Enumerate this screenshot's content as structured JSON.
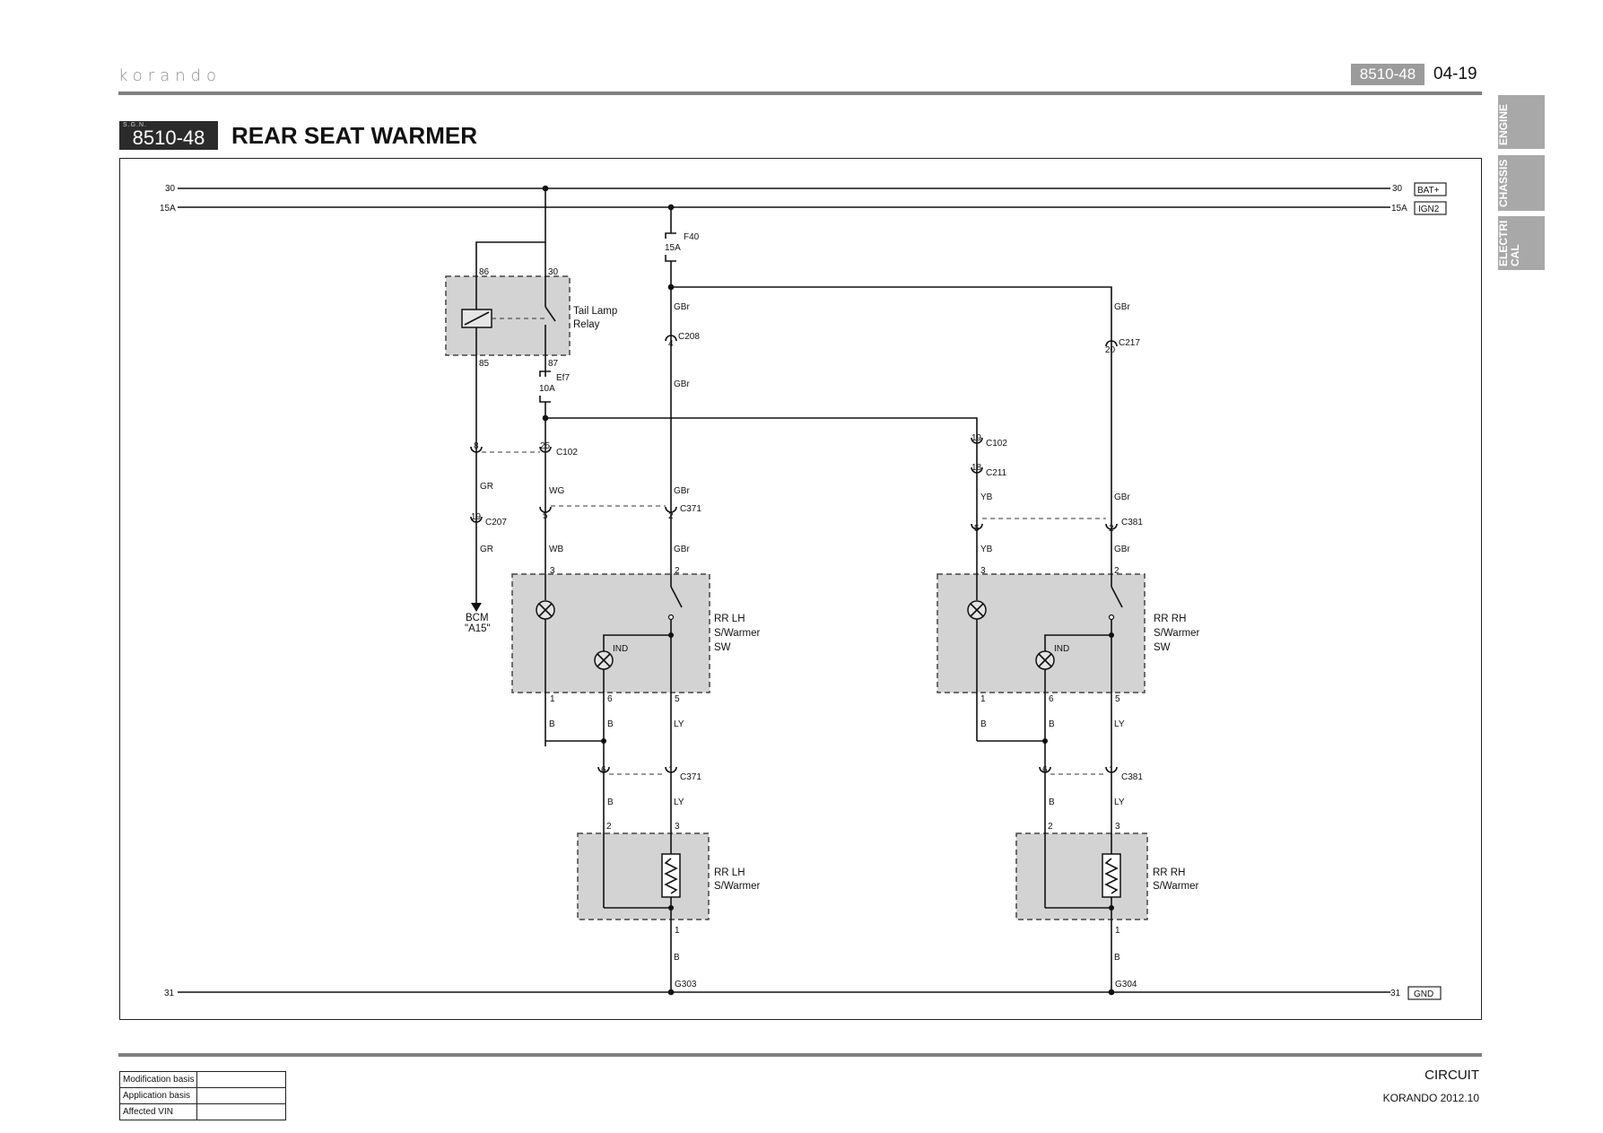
{
  "header": {
    "brand": "korando",
    "code": "8510-48",
    "page": "04-19"
  },
  "side_tabs": [
    "ENGINE",
    "CHASSIS",
    "ELECTRI\nCAL"
  ],
  "title": {
    "sgn_label": "S.G.N.",
    "code": "8510-48",
    "text": "REAR SEAT WARMER"
  },
  "rails": {
    "bat_num": "30",
    "ign_num": "15A",
    "gnd_num": "31",
    "bat_tag": "BAT+",
    "ign_tag": "IGN2",
    "gnd_tag": "GND"
  },
  "components": {
    "relay": {
      "label_1": "Tail Lamp",
      "label_2": "Relay",
      "pin_86": "86",
      "pin_30": "30",
      "pin_85": "85",
      "pin_87": "87"
    },
    "fuse_f40": {
      "name": "F40",
      "rating": "15A"
    },
    "fuse_ef7": {
      "name": "Ef7",
      "rating": "10A"
    },
    "bcm": {
      "line_1": "BCM",
      "line_2": "\"A15\""
    },
    "lh_switch": {
      "line_1": "RR LH",
      "line_2": "S/Warmer",
      "line_3": "SW",
      "ind": "IND"
    },
    "rh_switch": {
      "line_1": "RR RH",
      "line_2": "S/Warmer",
      "line_3": "SW",
      "ind": "IND"
    },
    "lh_warmer": {
      "line_1": "RR LH",
      "line_2": "S/Warmer"
    },
    "rh_warmer": {
      "line_1": "RR RH",
      "line_2": "S/Warmer"
    }
  },
  "connectors": {
    "c208": "C208",
    "c217": "C217",
    "c102_a": "C102",
    "c102_b": "C102",
    "c211": "C211",
    "c207": "C207",
    "c371_a": "C371",
    "c371_b": "C371",
    "c381_a": "C381",
    "c381_b": "C381",
    "g303": "G303",
    "g304": "G304"
  },
  "pins": {
    "c208": "4",
    "c217": "20",
    "c102_8": "8",
    "c102_25": "25",
    "c102_19": "19",
    "c211_18": "18",
    "c207_19": "19",
    "c371_5": "5",
    "c371_2": "2",
    "c381_5": "5",
    "c381_2": "2",
    "lhsw_3": "3",
    "lhsw_2": "2",
    "lhsw_1": "1",
    "lhsw_6": "6",
    "lhsw_5": "5",
    "rhsw_3": "3",
    "rhsw_2": "2",
    "rhsw_1": "1",
    "rhsw_6": "6",
    "rhsw_5": "5",
    "c371_6": "6",
    "c371_1": "1",
    "c381_6": "6",
    "c381_1": "1",
    "lhw_2": "2",
    "lhw_3": "3",
    "lhw_1": "1",
    "rhw_2": "2",
    "rhw_3": "3",
    "rhw_1": "1"
  },
  "wire_colors": {
    "gbr_top_lh": "GBr",
    "gbr_top_rh": "GBr",
    "gbr_lh_2": "GBr",
    "gbr_lh_3": "GBr",
    "gbr_lh_4": "GBr",
    "gbr_rh_2": "GBr",
    "gbr_rh_3": "GBr",
    "gr_1": "GR",
    "gr_2": "GR",
    "wg": "WG",
    "wb": "WB",
    "yb_1": "YB",
    "yb_2": "YB",
    "lh_b_1": "B",
    "lh_b_2": "B",
    "lh_ly_1": "LY",
    "lh_b_3": "B",
    "lh_ly_2": "LY",
    "lh_b_gnd": "B",
    "rh_b_1": "B",
    "rh_b_2": "B",
    "rh_ly_1": "LY",
    "rh_b_3": "B",
    "rh_ly_2": "LY",
    "rh_b_gnd": "B"
  },
  "revision_table": [
    {
      "label": "Modification basis",
      "value": ""
    },
    {
      "label": "Application basis",
      "value": ""
    },
    {
      "label": "Affected VIN",
      "value": ""
    }
  ],
  "footer": {
    "section": "CIRCUIT",
    "model": "KORANDO 2012.10"
  }
}
